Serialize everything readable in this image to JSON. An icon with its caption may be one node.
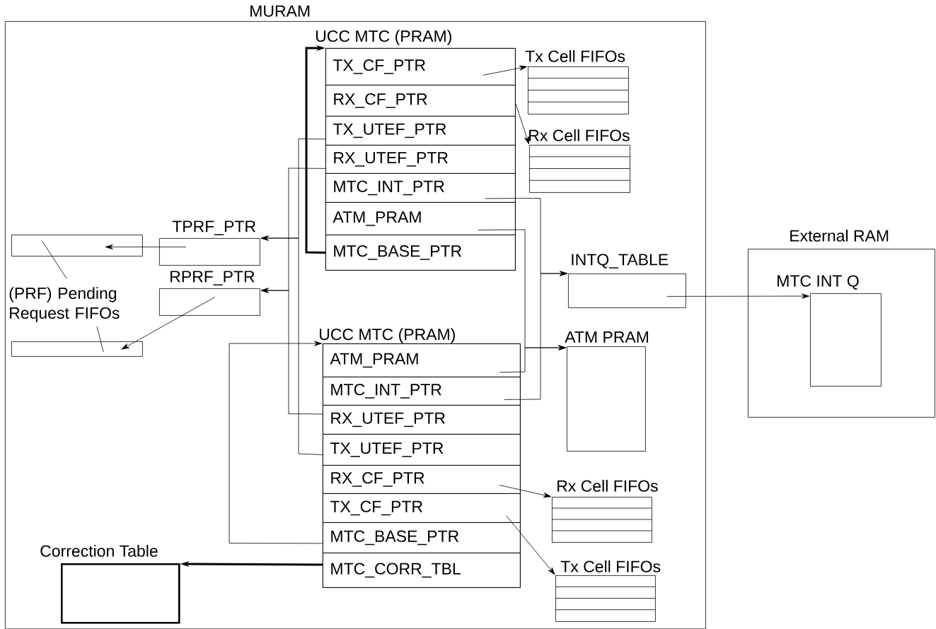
{
  "diagram": {
    "nodes": [
      {
        "text": [
          "MURAM"
        ]
      },
      {
        "text": [
          "UCC MTC (PRAM)"
        ],
        "in": 0
      },
      {
        "text": [
          "TX_CF_PTR"
        ],
        "in": 1
      },
      {
        "text": [
          "RX_CF_PTR"
        ],
        "in": 1
      },
      {
        "text": [
          "TX_UTEF_PTR"
        ],
        "in": 1
      },
      {
        "text": [
          "RX_UTEF_PTR"
        ],
        "in": 1
      },
      {
        "text": [
          "MTC_INT_PTR"
        ],
        "in": 1
      },
      {
        "text": [
          "ATM_PRAM"
        ],
        "in": 1
      },
      {
        "text": [
          "MTC_BASE_PTR"
        ],
        "in": 1
      },
      {
        "text": [
          "Tx Cell FIFOs"
        ],
        "in": 0
      },
      {
        "text": [
          "Rx Cell FIFOs"
        ],
        "in": 0
      },
      {
        "text": [
          "TPRF_PTR"
        ],
        "in": 0
      },
      {
        "text": [
          "RPRF_PTR"
        ],
        "in": 0
      },
      {
        "text": [],
        "shape": "box",
        "in": 0
      },
      {
        "text": [
          "(PRF) Pending Request FIFOs"
        ],
        "in": 0
      },
      {
        "text": [],
        "shape": "box",
        "in": 0
      },
      {
        "text": [
          "INTQ_TABLE"
        ],
        "in": 0
      },
      {
        "text": [
          "UCC MTC (PRAM)"
        ],
        "in": 0
      },
      {
        "text": [
          "ATM_PRAM"
        ],
        "in": 17
      },
      {
        "text": [
          "MTC_INT_PTR"
        ],
        "in": 17
      },
      {
        "text": [
          "RX_UTEF_PTR"
        ],
        "in": 17
      },
      {
        "text": [
          "TX_UTEF_PTR"
        ],
        "in": 17
      },
      {
        "text": [
          "RX_CF_PTR"
        ],
        "in": 17
      },
      {
        "text": [
          "TX_CF_PTR"
        ],
        "in": 17
      },
      {
        "text": [
          "MTC_BASE_PTR"
        ],
        "in": 17
      },
      {
        "text": [
          "MTC_CORR_TBL"
        ],
        "in": 17
      },
      {
        "text": [
          "Correction Table"
        ],
        "in": 0
      },
      {
        "text": [
          "ATM PRAM"
        ],
        "in": 0
      },
      {
        "text": [
          "Rx Cell FIFOs"
        ],
        "in": 0
      },
      {
        "text": [
          "Tx Cell FIFOs"
        ],
        "in": 0
      },
      {
        "text": [
          "External RAM"
        ]
      },
      {
        "text": [
          "MTC INT Q"
        ],
        "in": 30
      }
    ],
    "edges": [
      {
        "from": 2,
        "to": 9,
        "arrow": "to"
      },
      {
        "from": 3,
        "to": 10,
        "arrow": "to"
      },
      {
        "from": 4,
        "to": 11,
        "arrow": "to"
      },
      {
        "from": 21,
        "to": 11,
        "arrow": "to"
      },
      {
        "from": 5,
        "to": 12,
        "arrow": "to"
      },
      {
        "from": 20,
        "to": 12,
        "arrow": "to"
      },
      {
        "from": 8,
        "to": 1,
        "arrow": "to",
        "style": "thick"
      },
      {
        "from": 24,
        "to": 17,
        "arrow": "to"
      },
      {
        "from": 25,
        "to": 26,
        "arrow": "to",
        "style": "thick"
      },
      {
        "from": 6,
        "to": 16,
        "arrow": "to"
      },
      {
        "from": 19,
        "to": 16,
        "arrow": "to"
      },
      {
        "from": 7,
        "to": 27,
        "arrow": "to"
      },
      {
        "from": 18,
        "to": 27,
        "arrow": "to"
      },
      {
        "from": 16,
        "to": 31,
        "arrow": "to"
      },
      {
        "from": 11,
        "to": 13,
        "arrow": "to"
      },
      {
        "from": 12,
        "to": 15,
        "arrow": "to"
      },
      {
        "from": 14,
        "to": 13,
        "arrow": "none"
      },
      {
        "from": 14,
        "to": 15,
        "arrow": "none"
      },
      {
        "from": 22,
        "to": 28,
        "arrow": "to"
      },
      {
        "from": 23,
        "to": 29,
        "arrow": "to"
      }
    ]
  }
}
